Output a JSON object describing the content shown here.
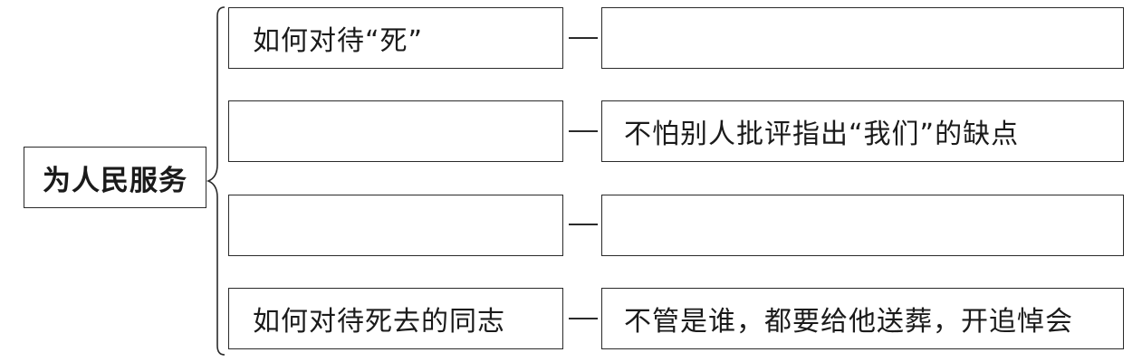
{
  "root": {
    "label": "为人民服务"
  },
  "rows": [
    {
      "left": "如何对待“死”",
      "right": ""
    },
    {
      "left": "",
      "right": "不怕别人批评指出“我们”的缺点"
    },
    {
      "left": "",
      "right": ""
    },
    {
      "left": "如何对待死去的同志",
      "right": "不管是谁，都要给他送葬，开追悼会"
    }
  ]
}
